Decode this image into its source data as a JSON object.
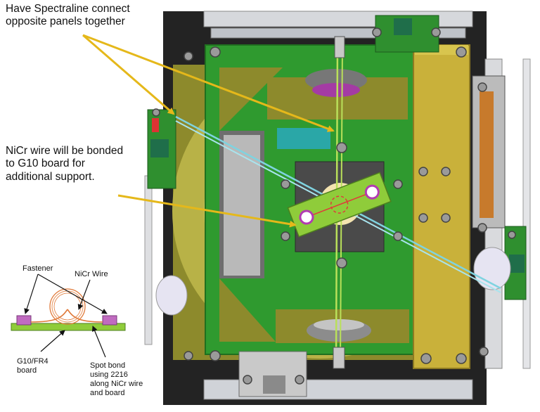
{
  "annotations": {
    "spectraline": {
      "line1": "Have Spectraline connect",
      "line2": "opposite panels together"
    },
    "nicr_bond": {
      "line1": "NiCr wire will be bonded",
      "line2": "to G10 board for",
      "line3": "additional support."
    }
  },
  "inset": {
    "fastener": "Fastener",
    "nicr_wire": "NiCr Wire",
    "board": {
      "line1": "G10/FR4",
      "line2": "board"
    },
    "spot_bond": {
      "line1": "Spot bond",
      "line2": "using 2216",
      "line3": "along NiCr wire",
      "line4": "and board"
    }
  },
  "colors": {
    "arrow": "#e5b81a",
    "frame_green": "#2f9a2f",
    "frame_dark_green": "#1f6f1f",
    "board_green": "#8fcc3a",
    "gold": "#c9b13a",
    "dark_body": "#232323",
    "wire_cyan": "#7fd3e0",
    "spectraline_green": "#b9e05a",
    "fastener_magenta": "#c06bc0",
    "nicr_orange": "#e07a3a"
  }
}
